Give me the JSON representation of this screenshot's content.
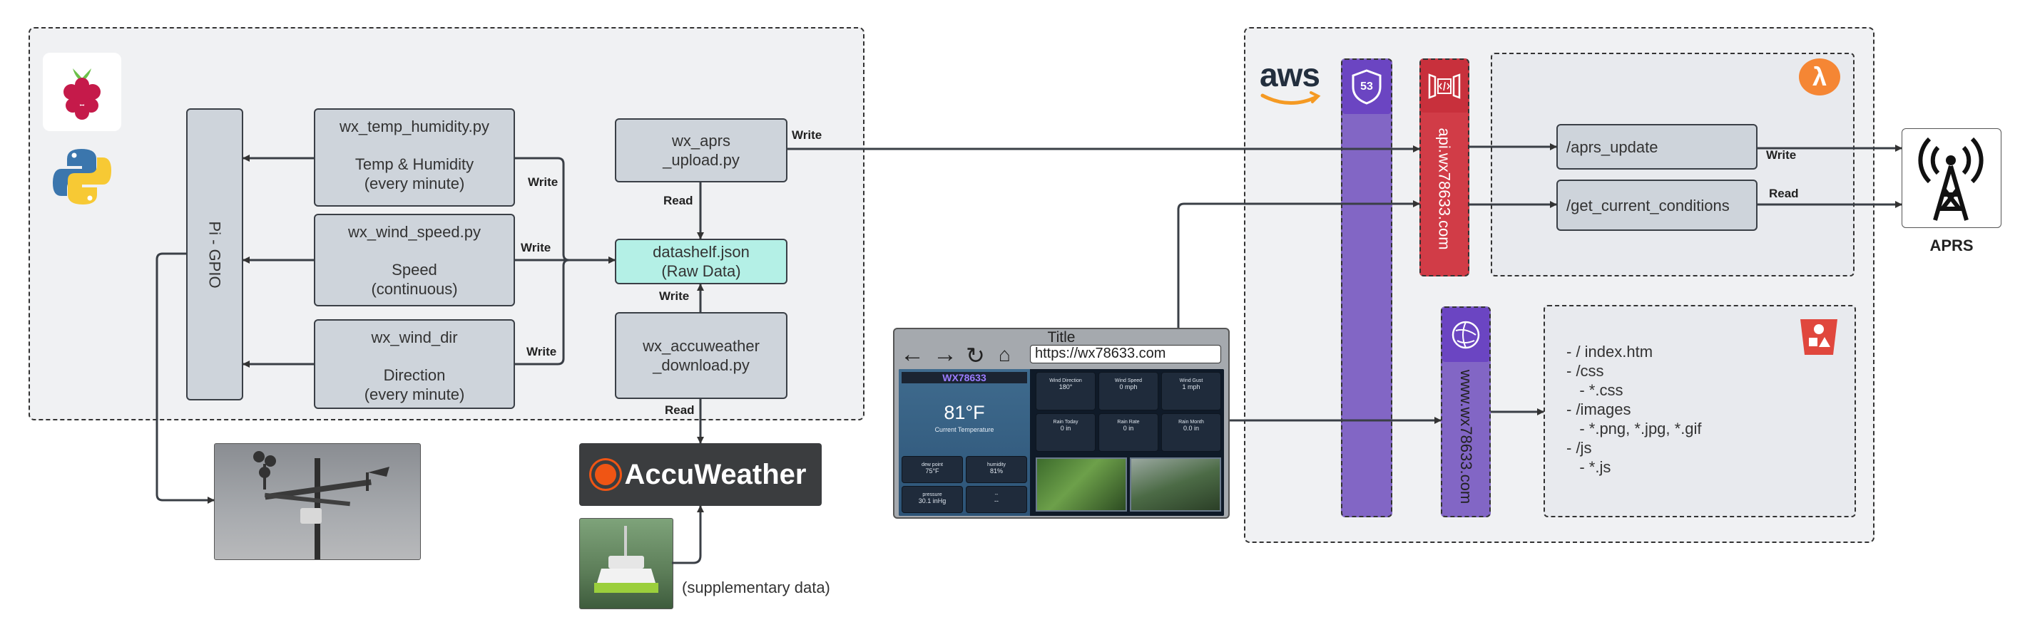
{
  "pi": {
    "gpio_label": "Pi - GPIO",
    "scripts": [
      {
        "name": "wx_temp_humidity.py",
        "desc": "Temp & Humidity\n(every minute)"
      },
      {
        "name": "wx_wind_speed.py",
        "desc": "Speed\n(continuous)"
      },
      {
        "name": "wx_wind_dir",
        "desc": "Direction\n(every minute)"
      }
    ],
    "aprs_upload": "wx_aprs\n_upload.py",
    "datashelf": "datashelf.json\n(Raw Data)",
    "accuweather_download": "wx_accuweather\n_download.py"
  },
  "edges": {
    "write": "Write",
    "read": "Read"
  },
  "accuweather": {
    "logo_text": "AccuWeather",
    "supplementary": "(supplementary data)"
  },
  "browser": {
    "title": "Title",
    "url": "https://wx78633.com",
    "site_name": "WX78633",
    "temp": "81°F",
    "temp_caption": "Current Temperature",
    "small_tiles": [
      {
        "label": "dew point",
        "value": "75°F"
      },
      {
        "label": "humidity",
        "value": "81%"
      },
      {
        "label": "pressure",
        "value": "30.1 inHg"
      },
      {
        "label": "--",
        "value": "--"
      }
    ],
    "stat_tiles": [
      {
        "label": "Wind Direction",
        "value": "180°"
      },
      {
        "label": "Wind Speed",
        "value": "0 mph"
      },
      {
        "label": "Wind Gust",
        "value": "1 mph"
      },
      {
        "label": "Rain Today",
        "value": "0 in"
      },
      {
        "label": "Rain Rate",
        "value": "0 in"
      },
      {
        "label": "Rain Month",
        "value": "0.0 in"
      }
    ]
  },
  "aws": {
    "logo": "aws",
    "route53_badge": "53",
    "api_domain": "api.wx78633.com",
    "www_domain": "www.wx78633.com",
    "lambda_symbol": "λ",
    "endpoints": [
      "/aprs_update",
      "/get_current_conditions"
    ],
    "s3_files": "- / index.htm\n- /css\n   - *.css\n- /images\n   - *.png, *.jpg, *.gif\n- /js\n   - *.js"
  },
  "aprs": {
    "label": "APRS"
  },
  "colors": {
    "route53": "#7e60c4",
    "api_gateway": "#d13c47",
    "json_box": "#b4f0e6",
    "lambda": "#f58634",
    "s3": "#e0473d"
  }
}
